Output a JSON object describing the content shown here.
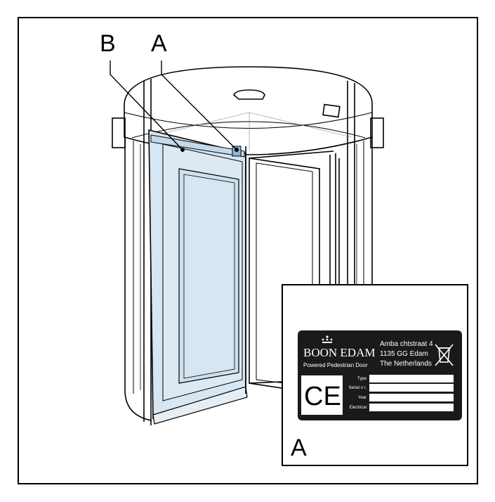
{
  "callouts": {
    "b": "B",
    "a": "A"
  },
  "inset": {
    "label": "A",
    "plate": {
      "brand": "BOON EDAM",
      "subtitle": "Powered Pedestrian Door",
      "address_line1": "Amba chtstraat 4",
      "address_line2": "1135 GG Edam",
      "address_line3": "The Netherlands",
      "mark": "CE",
      "fields": [
        "Type",
        "Serial n r.",
        "Year",
        "Electrical"
      ]
    }
  },
  "colors": {
    "glass_highlight": "#d6e6f2",
    "plate_background": "#1a1a1a",
    "line": "#000000"
  }
}
